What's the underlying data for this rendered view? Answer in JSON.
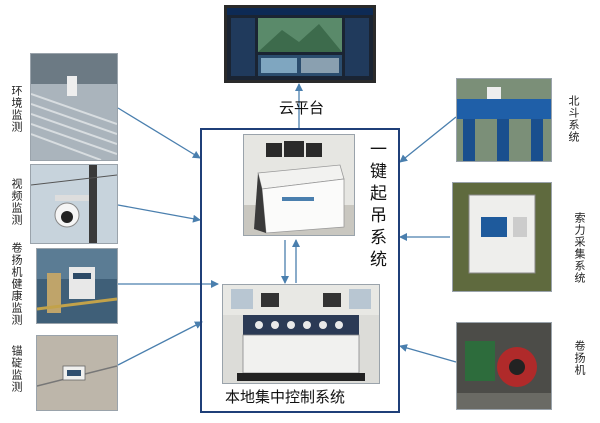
{
  "cloud_platform": {
    "label": "云平台"
  },
  "onekey_system": {
    "label": "一键起吊系统"
  },
  "local_control": {
    "label": "本地集中控制系统"
  },
  "left_inputs": [
    {
      "label": "环境监测"
    },
    {
      "label": "视频监测"
    },
    {
      "label": "卷扬机健康监测"
    },
    {
      "label": "锚碇监测"
    }
  ],
  "right_inputs": [
    {
      "label": "北斗系统"
    },
    {
      "label": "索力采集系统"
    },
    {
      "label": "卷扬机"
    }
  ],
  "colors": {
    "arrow": "#4a7fae",
    "box_border": "#1f3f78"
  }
}
